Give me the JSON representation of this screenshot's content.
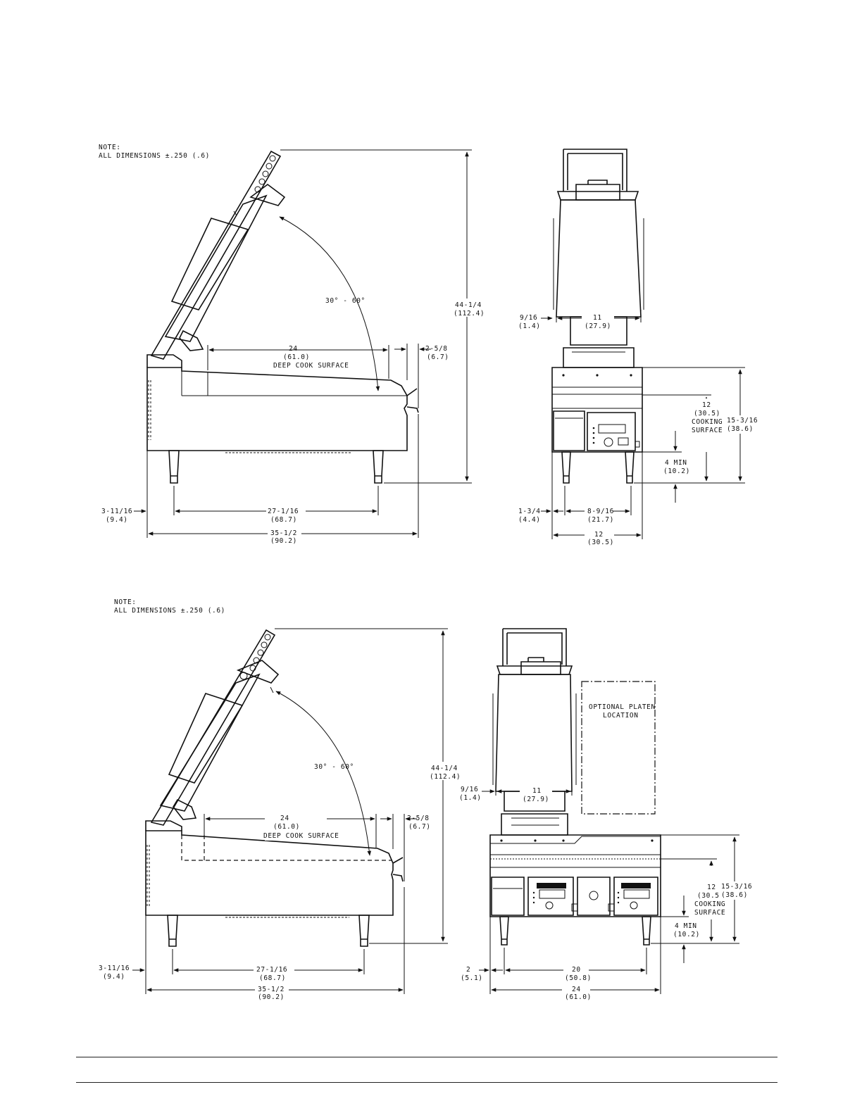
{
  "note": {
    "title": "NOTE:",
    "text": "ALL DIMENSIONS ±.250 (.6)"
  },
  "side_view": {
    "height": "44-1/4",
    "height_metric": "(112.4)",
    "angle": "30° - 60°",
    "surface_depth": "24",
    "surface_depth_metric": "(61.0)",
    "surface_label": "DEEP COOK SURFACE",
    "front_overhang": "2-5/8",
    "front_overhang_metric": "(6.7)",
    "rear_offset": "3-11/16",
    "rear_offset_metric": "(9.4)",
    "leg_spacing": "27-1/16",
    "leg_spacing_metric": "(68.7)",
    "overall_depth": "35-1/2",
    "overall_depth_metric": "(90.2)"
  },
  "front_view_single": {
    "side_gap": "9/16",
    "side_gap_metric": "(1.4)",
    "platen_width": "11",
    "platen_width_metric": "(27.9)",
    "cooking_height": "12",
    "cooking_height_metric": "(30.5)",
    "cooking_label_1": "COOKING",
    "cooking_label_2": "SURFACE",
    "overall_height": "15-3/16",
    "overall_height_metric": "(38.6)",
    "clearance": "4 MIN",
    "clearance_metric": "(10.2)",
    "leg_offset": "1-3/4",
    "leg_offset_metric": "(4.4)",
    "leg_spacing": "8-9/16",
    "leg_spacing_metric": "(21.7)",
    "overall_width": "12",
    "overall_width_metric": "(30.5)"
  },
  "front_view_double": {
    "side_gap": "9/16",
    "side_gap_metric": "(1.4)",
    "platen_width": "11",
    "platen_width_metric": "(27.9)",
    "optional_label_1": "OPTIONAL PLATEN",
    "optional_label_2": "LOCATION",
    "cooking_height": "12",
    "cooking_height_metric": "(30.5)",
    "cooking_label_1": "COOKING",
    "cooking_label_2": "SURFACE",
    "overall_height": "15-3/16",
    "overall_height_metric": "(38.6)",
    "clearance": "4 MIN",
    "clearance_metric": "(10.2)",
    "leg_offset": "2",
    "leg_offset_metric": "(5.1)",
    "leg_spacing": "20",
    "leg_spacing_metric": "(50.8)",
    "overall_width": "24",
    "overall_width_metric": "(61.0)"
  }
}
